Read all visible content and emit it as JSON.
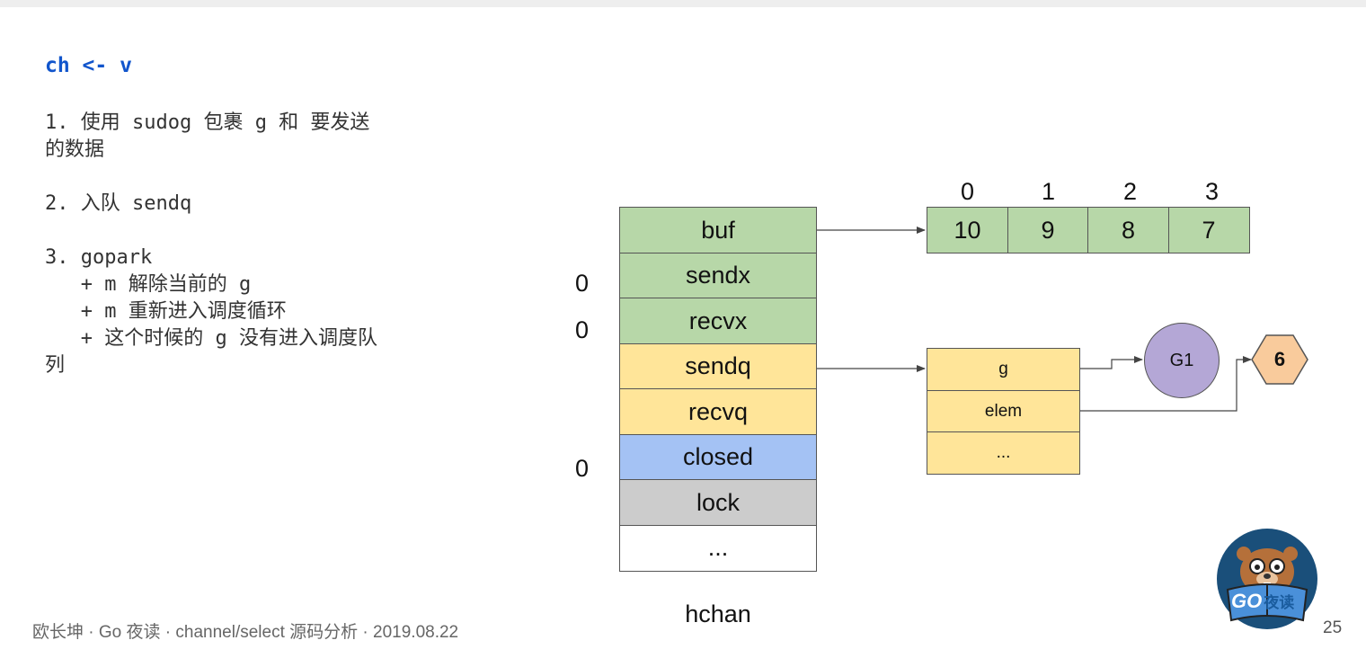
{
  "code_title": "ch <- v",
  "steps": [
    "1. 使用 sudog 包裹 g 和 要发送",
    "的数据",
    "",
    "2. 入队 sendq",
    "",
    "3. gopark",
    "   + m 解除当前的 g",
    "   + m 重新进入调度循环",
    "   + 这个时候的 g 没有进入调度队",
    "列"
  ],
  "hchan": {
    "label": "hchan",
    "fields": [
      {
        "name": "buf",
        "color": "#b7d7a8"
      },
      {
        "name": "sendx",
        "color": "#b7d7a8",
        "value": "0"
      },
      {
        "name": "recvx",
        "color": "#b7d7a8",
        "value": "0"
      },
      {
        "name": "sendq",
        "color": "#ffe599"
      },
      {
        "name": "recvq",
        "color": "#ffe599"
      },
      {
        "name": "closed",
        "color": "#a4c2f4",
        "value": "0"
      },
      {
        "name": "lock",
        "color": "#cccccc"
      },
      {
        "name": "...",
        "color": "#ffffff"
      }
    ]
  },
  "buf": {
    "indices": [
      "0",
      "1",
      "2",
      "3"
    ],
    "values": [
      "10",
      "9",
      "8",
      "7"
    ]
  },
  "sudog": {
    "fields": [
      "g",
      "elem",
      "..."
    ]
  },
  "goroutine": "G1",
  "elem_value": "6",
  "footer": "欧长坤 · Go 夜读 · channel/select 源码分析 · 2019.08.22",
  "page_number": "25",
  "logo": {
    "text_go": "GO",
    "text_cn": "夜读"
  }
}
